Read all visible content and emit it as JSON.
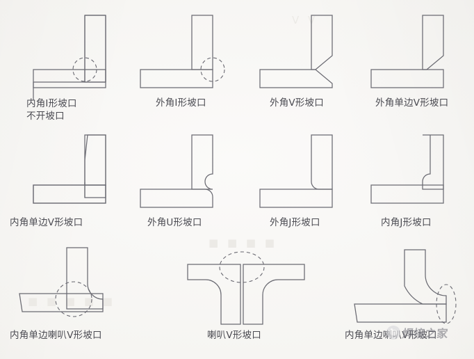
{
  "page": {
    "background_color": "#f7f6f4",
    "line_color": "#6a6a72",
    "text_color": "#4b4b52"
  },
  "figures": [
    {
      "id": "inner-corner-i-groove",
      "label_line1": "内角I形坡口",
      "label_line2": "不开坡口",
      "kind": "inner-corner-i"
    },
    {
      "id": "outer-corner-i-groove",
      "label_line1": "外角I形坡口",
      "label_line2": "",
      "kind": "outer-corner-i"
    },
    {
      "id": "outer-corner-v-groove",
      "label_line1": "外角V形坡口",
      "label_line2": "",
      "kind": "outer-corner-v"
    },
    {
      "id": "outer-corner-single-bevel-v-groove",
      "label_line1": "外角单边V形坡口",
      "label_line2": "",
      "kind": "outer-corner-single-v"
    },
    {
      "id": "inner-corner-single-bevel-v-groove",
      "label_line1": "内角单边V形坡口",
      "label_line2": "",
      "kind": "inner-corner-single-v"
    },
    {
      "id": "outer-corner-u-groove",
      "label_line1": "外角U形坡口",
      "label_line2": "",
      "kind": "outer-corner-u"
    },
    {
      "id": "outer-corner-j-groove",
      "label_line1": "外角J形坡口",
      "label_line2": "",
      "kind": "outer-corner-j"
    },
    {
      "id": "inner-corner-j-groove",
      "label_line1": "内角J形坡口",
      "label_line2": "",
      "kind": "inner-corner-j"
    },
    {
      "id": "inner-corner-single-flare-v-groove",
      "label_line1": "内角单边喇叭V形坡口",
      "label_line2": "",
      "kind": "inner-corner-flare-v"
    },
    {
      "id": "flare-v-groove",
      "label_line1": "喇叭V形坡口",
      "label_line2": "",
      "kind": "flare-v-tee"
    },
    {
      "id": "inner-corner-single-flare-v-groove-2",
      "label_line1": "内角单边喇叭V形坡口",
      "label_line2": "",
      "kind": "inner-corner-flare-v-round"
    }
  ],
  "watermark": {
    "text": "焊接之家",
    "badge_icon": "bird-logo-icon"
  }
}
